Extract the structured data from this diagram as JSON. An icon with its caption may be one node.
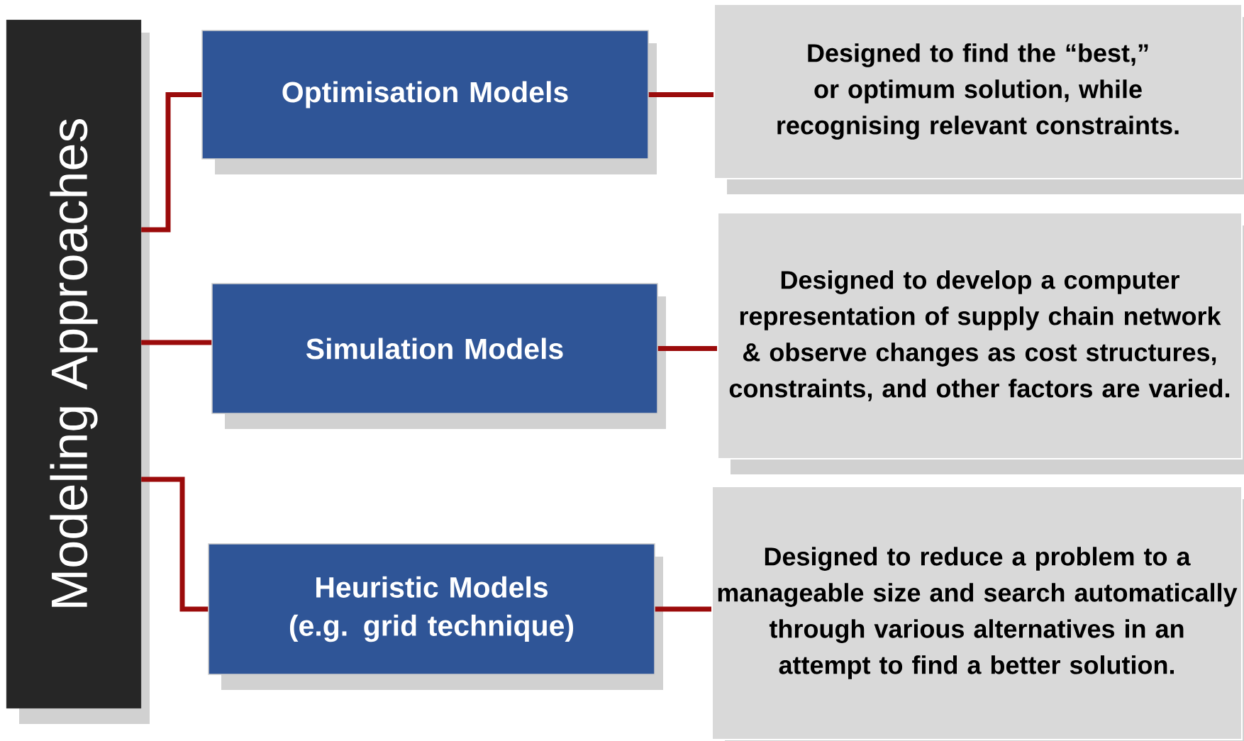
{
  "diagram": {
    "nodes": [
      {
        "text": [
          "Modeling Approaches"
        ]
      },
      {
        "text": [
          "Optimisation Models"
        ]
      },
      {
        "text": [
          "Simulation Models"
        ]
      },
      {
        "text": [
          "Heuristic Models (e.g. grid technique)"
        ]
      },
      {
        "text": [
          "Designed to find the “best,” or optimum solution, while recognising relevant constraints."
        ]
      },
      {
        "text": [
          "Designed to develop a computer representation of supply chain network & observe changes as cost structures, constraints, and other factors are varied."
        ]
      },
      {
        "text": [
          "Designed to reduce a problem to a manageable size and search automatically through various alternatives in an attempt to find a better solution."
        ]
      }
    ],
    "edges": [
      {
        "from": 0,
        "to": 1,
        "arrow": "none"
      },
      {
        "from": 0,
        "to": 2,
        "arrow": "none"
      },
      {
        "from": 0,
        "to": 3,
        "arrow": "none"
      },
      {
        "from": 1,
        "to": 4,
        "arrow": "none"
      },
      {
        "from": 2,
        "to": 5,
        "arrow": "none"
      },
      {
        "from": 3,
        "to": 6,
        "arrow": "none"
      }
    ]
  }
}
